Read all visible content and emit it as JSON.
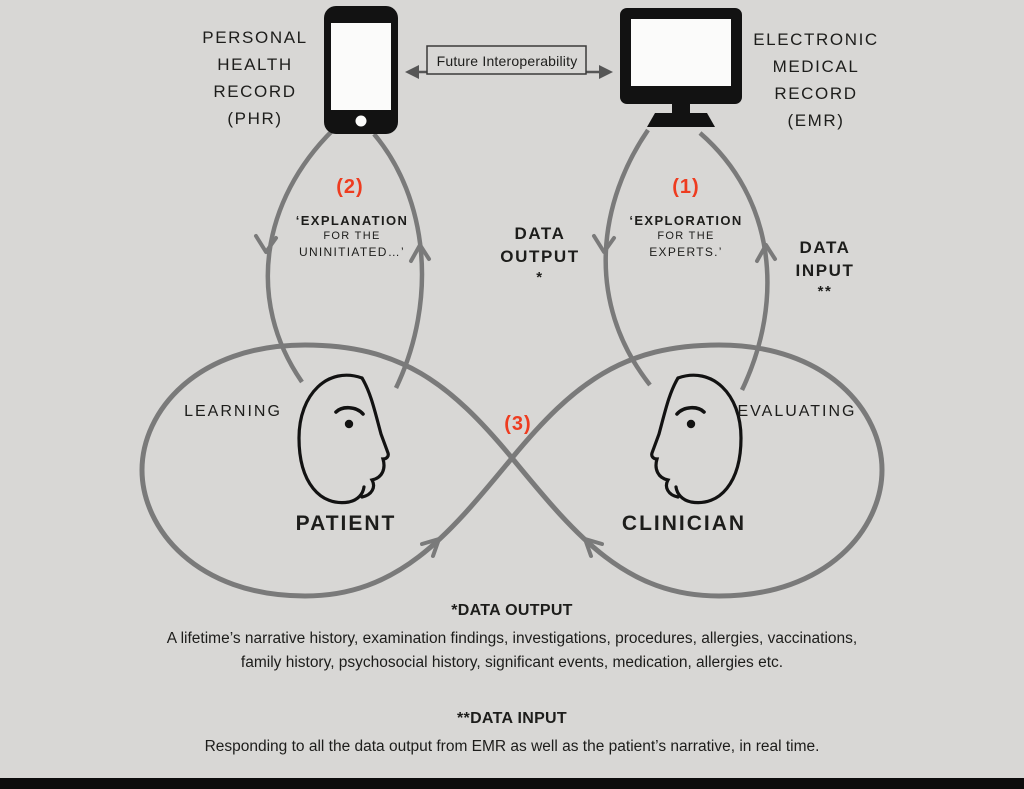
{
  "colors": {
    "background": "#d8d7d5",
    "line_gray": "#7a7a7a",
    "accent_red": "#ee3c20",
    "ink": "#1d1d1b"
  },
  "devices": {
    "phr": {
      "label_lines": [
        "PERSONAL",
        "HEALTH",
        "RECORD",
        "(PHR)"
      ],
      "icon": "smartphone-icon"
    },
    "emr": {
      "label_lines": [
        "ELECTRONIC",
        "MEDICAL",
        "RECORD",
        "(EMR)"
      ],
      "icon": "desktop-monitor-icon"
    }
  },
  "interoperability": {
    "label": "Future Interoperability"
  },
  "annotations": {
    "step1": {
      "number": "(1)",
      "lines": [
        "‘EXPLORATION",
        "FOR THE",
        "EXPERTS.’"
      ]
    },
    "step2": {
      "number": "(2)",
      "lines": [
        "‘EXPLANATION",
        "FOR THE",
        "UNINITIATED…’"
      ]
    },
    "step3": {
      "number": "(3)"
    },
    "data_output": {
      "lines": [
        "DATA",
        "OUTPUT"
      ],
      "footnote_mark": "*"
    },
    "data_input": {
      "lines": [
        "DATA",
        "INPUT"
      ],
      "footnote_mark": "**"
    }
  },
  "loop": {
    "left_activity": "LEARNING",
    "right_activity": "EVALUATING",
    "left_actor": "PATIENT",
    "right_actor": "CLINICIAN"
  },
  "footnotes": {
    "data_output": {
      "title": "*DATA OUTPUT",
      "body_lines": [
        "A lifetime’s narrative history, examination findings, investigations, procedures, allergies, vaccinations,",
        "family history, psychosocial history, significant events, medication, allergies etc."
      ]
    },
    "data_input": {
      "title": "**DATA INPUT",
      "body_lines": [
        "Responding to all the data output from EMR as well as the patient’s narrative, in real time."
      ]
    }
  }
}
